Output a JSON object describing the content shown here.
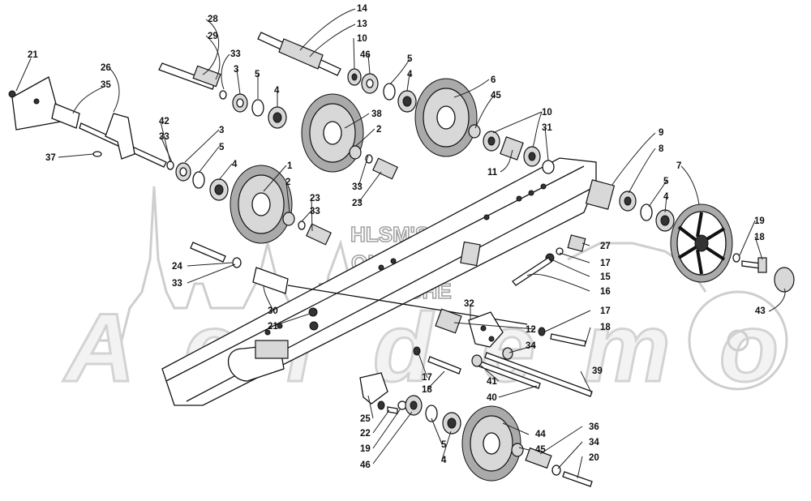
{
  "watermark": {
    "lines": [
      "HLSM'S",
      "ONLINE",
      "MICROFICHE"
    ],
    "brand": "Aerdemo"
  },
  "callouts": {
    "c21a": "21",
    "c26": "26",
    "c35": "35",
    "c37": "37",
    "c28": "28",
    "c29": "29",
    "c33a": "33",
    "c3a": "3",
    "c5a": "5",
    "c4a": "4",
    "c14": "14",
    "c13": "13",
    "c10a": "10",
    "c46a": "46",
    "c5b": "5",
    "c4b": "4",
    "c6": "6",
    "c45a": "45",
    "c10b": "10",
    "c31": "31",
    "c11": "11",
    "c38": "38",
    "c2a": "2",
    "c42": "42",
    "c33b": "33",
    "c3b": "3",
    "c5c": "5",
    "c4c": "4",
    "c1": "1",
    "c2b": "2",
    "c33c": "33",
    "c23a": "23",
    "c23b": "23",
    "c33d": "33",
    "c9": "9",
    "c8": "8",
    "c7": "7",
    "c5d": "5",
    "c4d": "4",
    "c19a": "19",
    "c18a": "18",
    "c43": "43",
    "c27": "27",
    "c17a": "17",
    "c15": "15",
    "c16": "16",
    "c24": "24",
    "c33e": "33",
    "c30": "30",
    "c21b": "21",
    "c32": "32",
    "c17b": "17",
    "c12": "12",
    "c18b": "18",
    "c34a": "34",
    "c17c": "17",
    "c18c": "18",
    "c41": "41",
    "c40": "40",
    "c39": "39",
    "c25": "25",
    "c22": "22",
    "c19b": "19",
    "c46b": "46",
    "c5e": "5",
    "c4e": "4",
    "c44": "44",
    "c45b": "45",
    "c36": "36",
    "c34b": "34",
    "c20": "20"
  }
}
